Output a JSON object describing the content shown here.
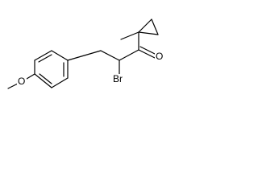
{
  "molecule": {
    "atoms": {
      "oxygen_methoxy": "O",
      "bromine": "Br",
      "oxygen_carbonyl": "O"
    }
  },
  "colors": {
    "bond": "#000000",
    "background": "#ffffff"
  }
}
